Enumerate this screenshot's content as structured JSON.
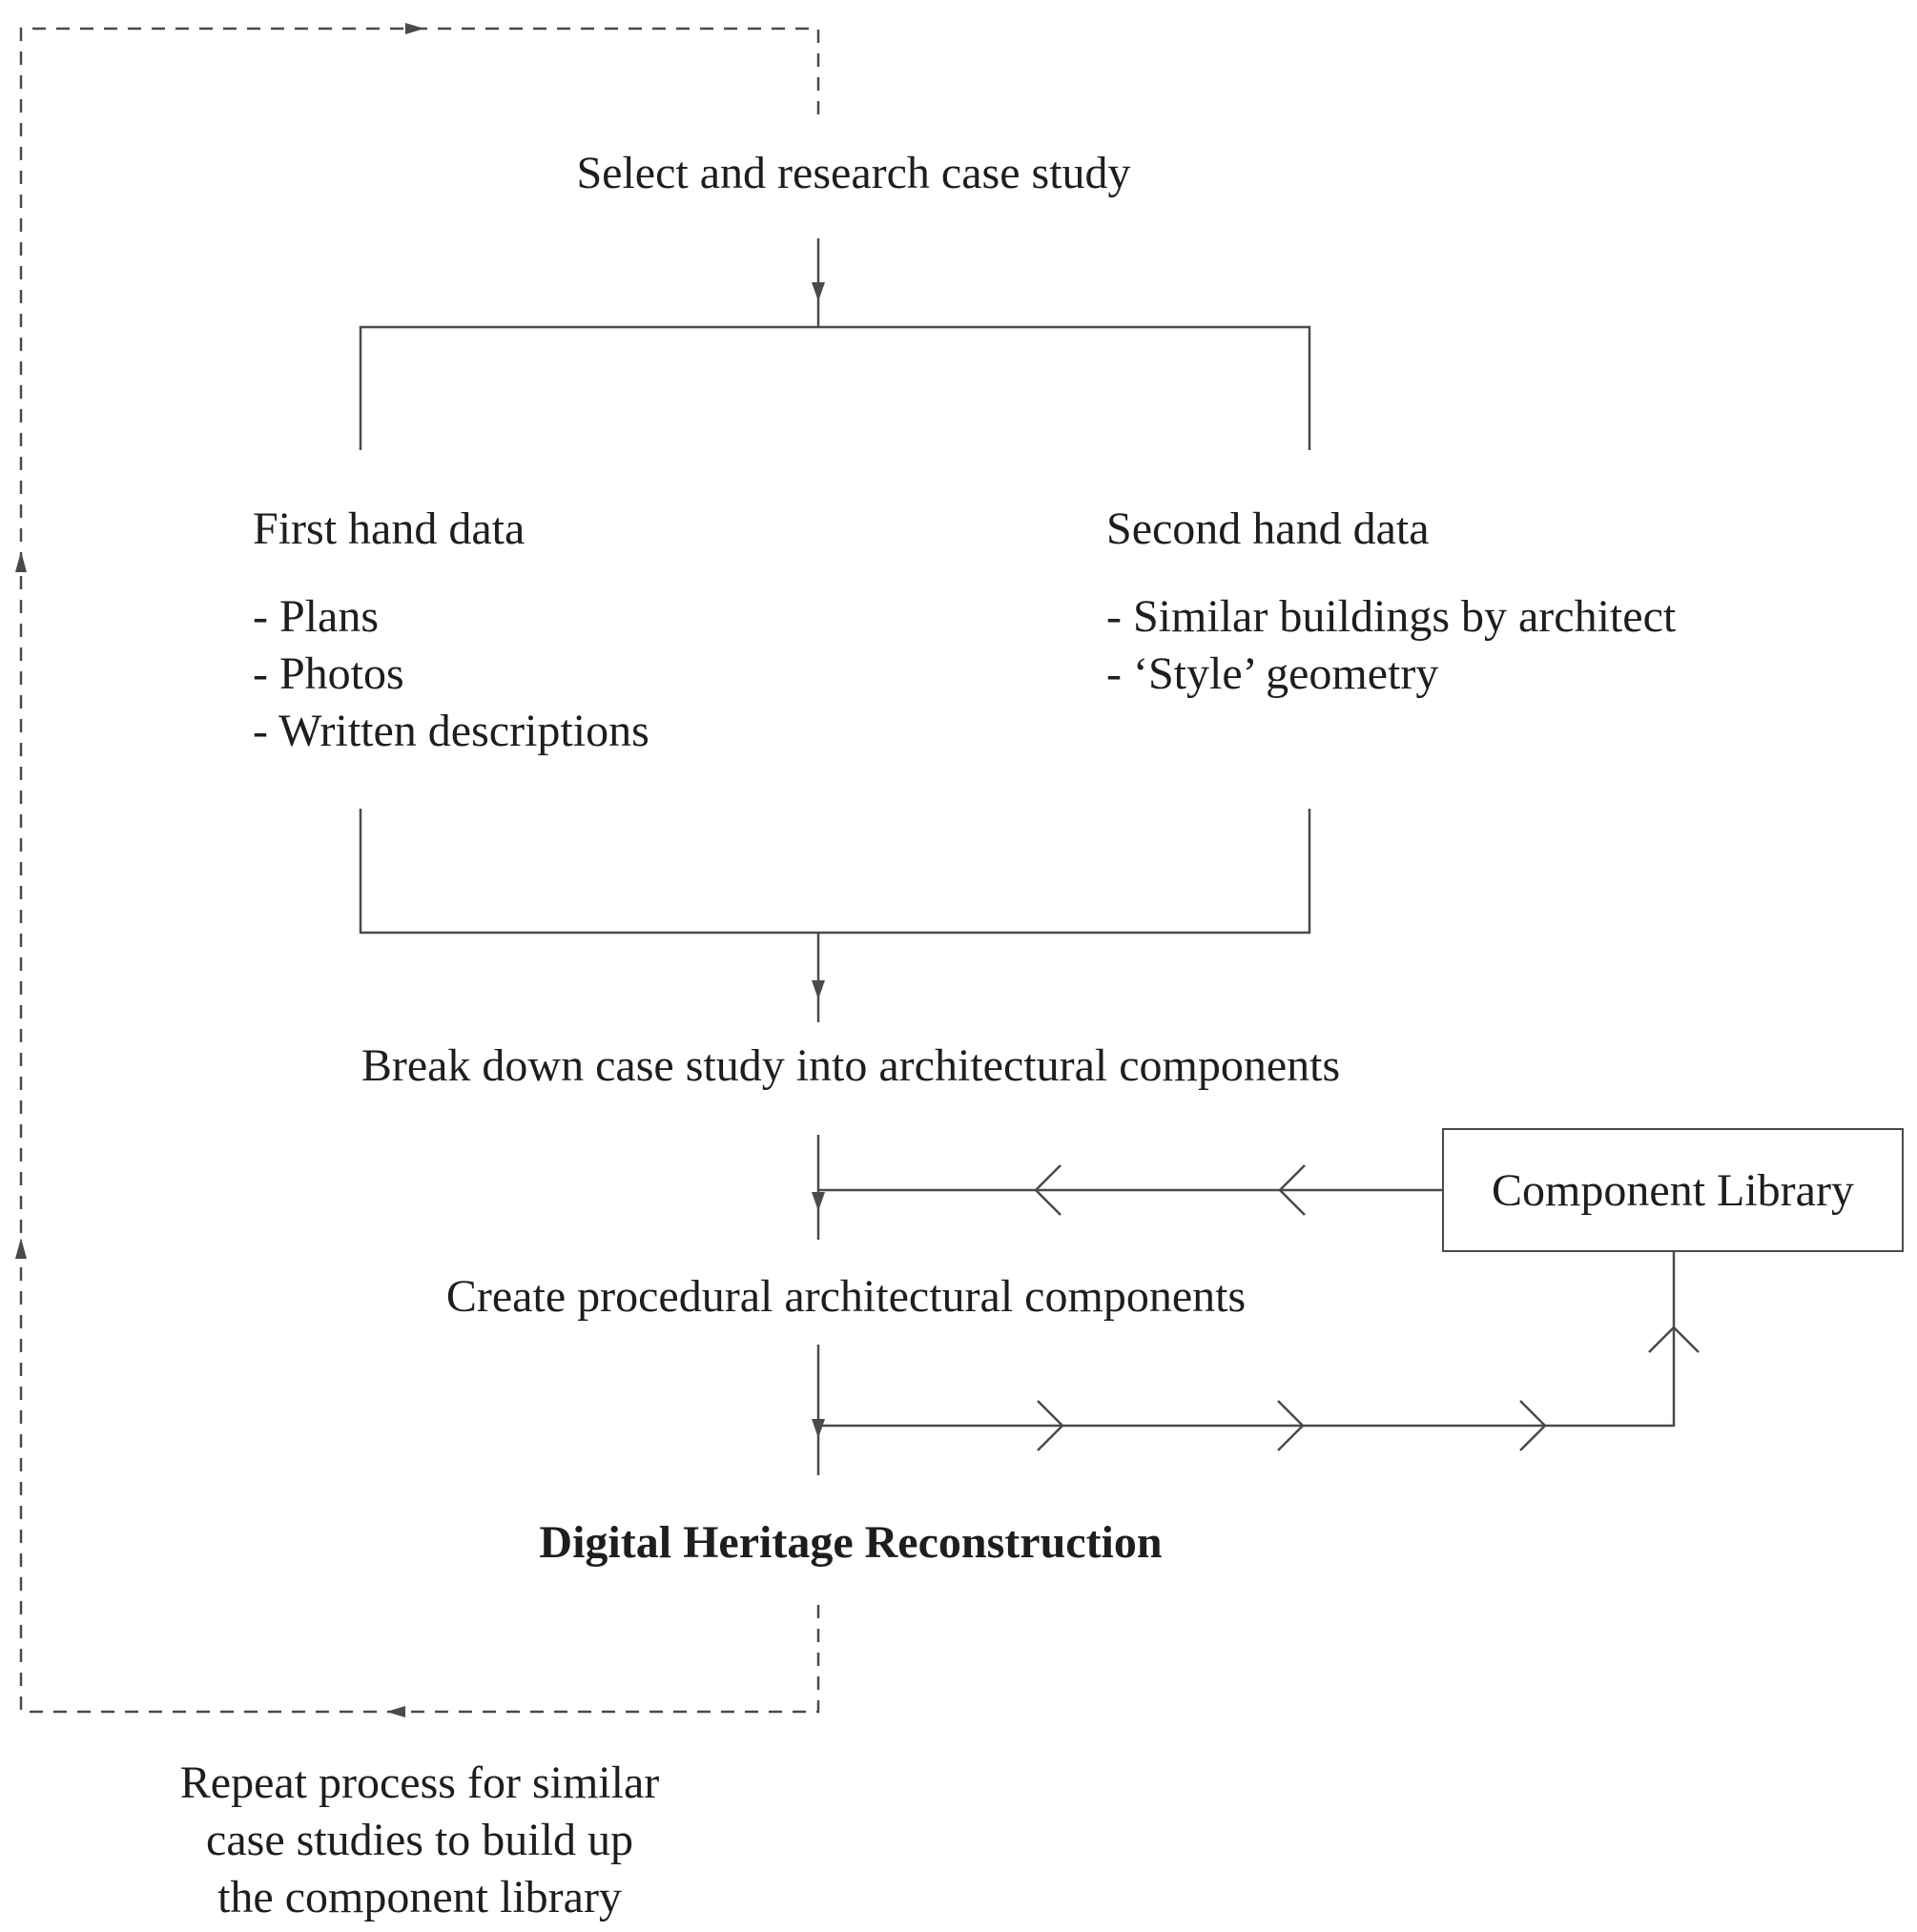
{
  "nodes": {
    "select": "Select and research case study",
    "first_hand": {
      "title": "First hand data",
      "items": [
        "Plans",
        "Photos",
        "Written descriptions"
      ]
    },
    "second_hand": {
      "title": "Second hand data",
      "items": [
        "Similar buildings by architect",
        "‘Style’ geometry"
      ]
    },
    "break_down": "Break down case study into architectural components",
    "component_library": "Component Library",
    "create": "Create procedural architectural components",
    "reconstruction": "Digital Heritage Reconstruction",
    "repeat": [
      "Repeat process for similar",
      "case studies to build up",
      "the component library"
    ]
  },
  "colors": {
    "line": "#4a4a4a",
    "text": "#1e1e1e"
  }
}
